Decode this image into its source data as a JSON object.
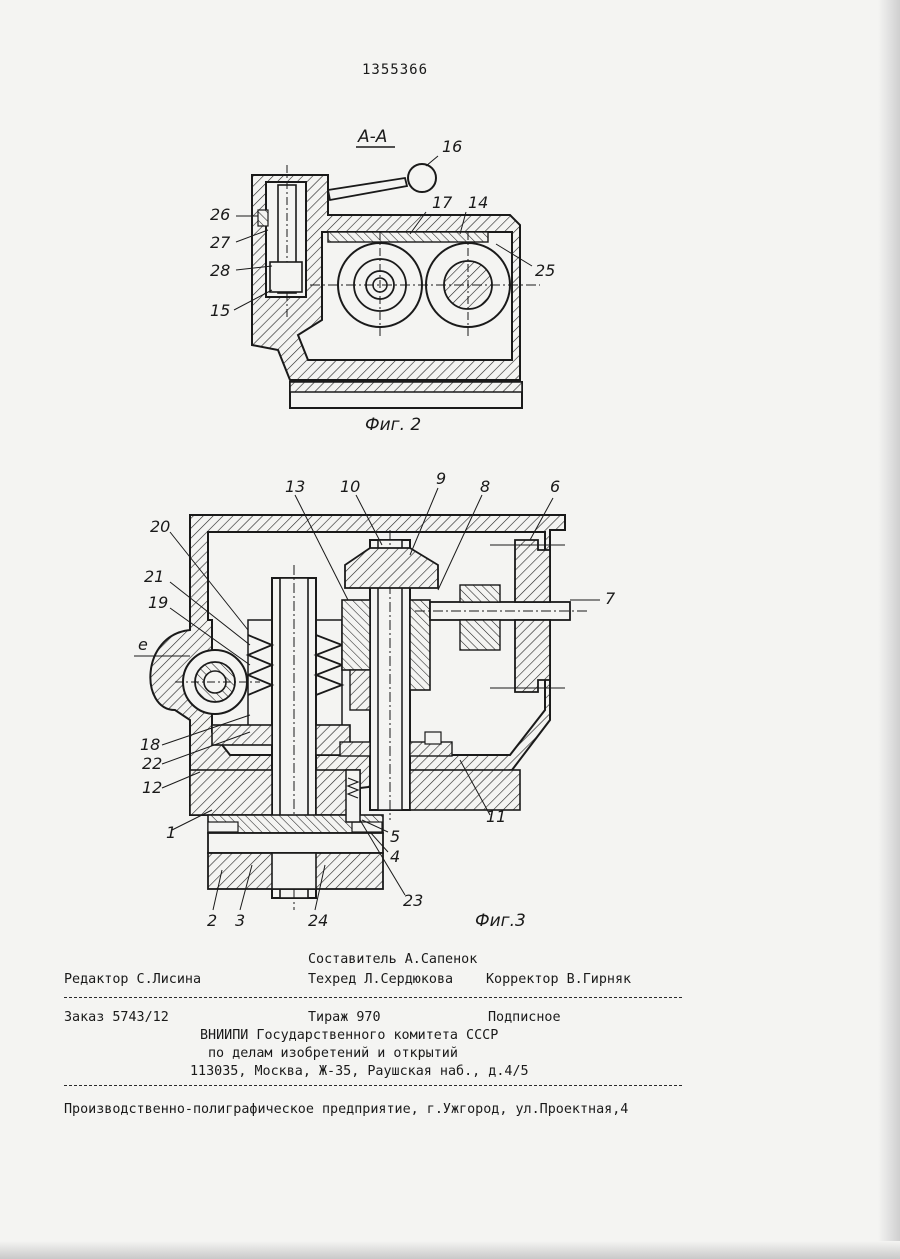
{
  "patent_number": "1355366",
  "figure2": {
    "section_label": "А-А",
    "caption": "Фиг. 2",
    "callouts": [
      "16",
      "26",
      "17",
      "14",
      "27",
      "28",
      "25",
      "15"
    ]
  },
  "figure3": {
    "caption": "Фиг.3",
    "callouts": [
      "13",
      "10",
      "9",
      "8",
      "6",
      "20",
      "21",
      "19",
      "7",
      "е",
      "18",
      "22",
      "12",
      "11",
      "1",
      "5",
      "4",
      "23",
      "2",
      "3",
      "24"
    ]
  },
  "imprint": {
    "compiler": "Составитель А.Сапенок",
    "editor": "Редактор С.Лисина",
    "techred": "Техред Л.Сердюкова",
    "corrector": "Корректор В.Гирняк",
    "order": "Заказ 5743/12",
    "print_run": "Тираж 970",
    "subscription": "Подписное",
    "org_line1": "ВНИИПИ Государственного комитета СССР",
    "org_line2": "по делам изобретений и открытий",
    "org_address": "113035, Москва, Ж-35, Раушская наб., д.4/5",
    "printer": "Производственно-полиграфическое предприятие, г.Ужгород, ул.Проектная,4"
  }
}
